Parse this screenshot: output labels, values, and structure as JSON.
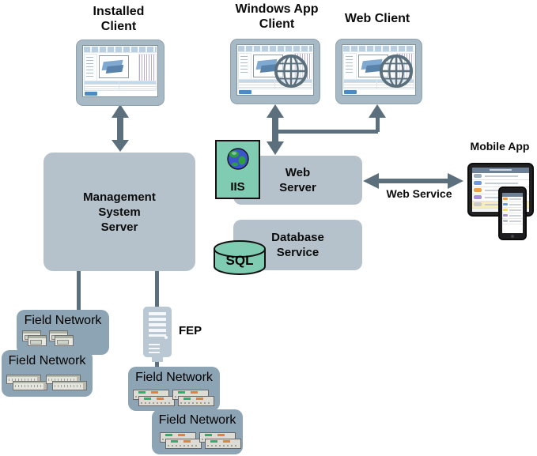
{
  "colors": {
    "box-fill": "#b6c2cb",
    "field-fill": "#8da4b4",
    "arrow": "#5b6f7d",
    "icon-green": "#7fccb2",
    "bezel": "#a7b9c5"
  },
  "nodes": {
    "installed_client": {
      "label": "Installed Client"
    },
    "windows_app_client": {
      "label": "Windows App Client"
    },
    "web_client": {
      "label": "Web Client"
    },
    "mobile_app": {
      "label": "Mobile App"
    },
    "management_system_server": {
      "label": "Management System Server"
    },
    "iis": {
      "label": "IIS"
    },
    "web_server": {
      "label": "Web Server"
    },
    "database_service": {
      "label": "Database Service"
    },
    "sql": {
      "label": "SQL"
    },
    "fep": {
      "label": "FEP"
    },
    "field_networks": [
      {
        "label": "Field Network"
      },
      {
        "label": "Field Network"
      },
      {
        "label": "Field Network"
      },
      {
        "label": "Field Network"
      }
    ]
  },
  "edges": {
    "web_service": {
      "label": "Web Service"
    }
  }
}
